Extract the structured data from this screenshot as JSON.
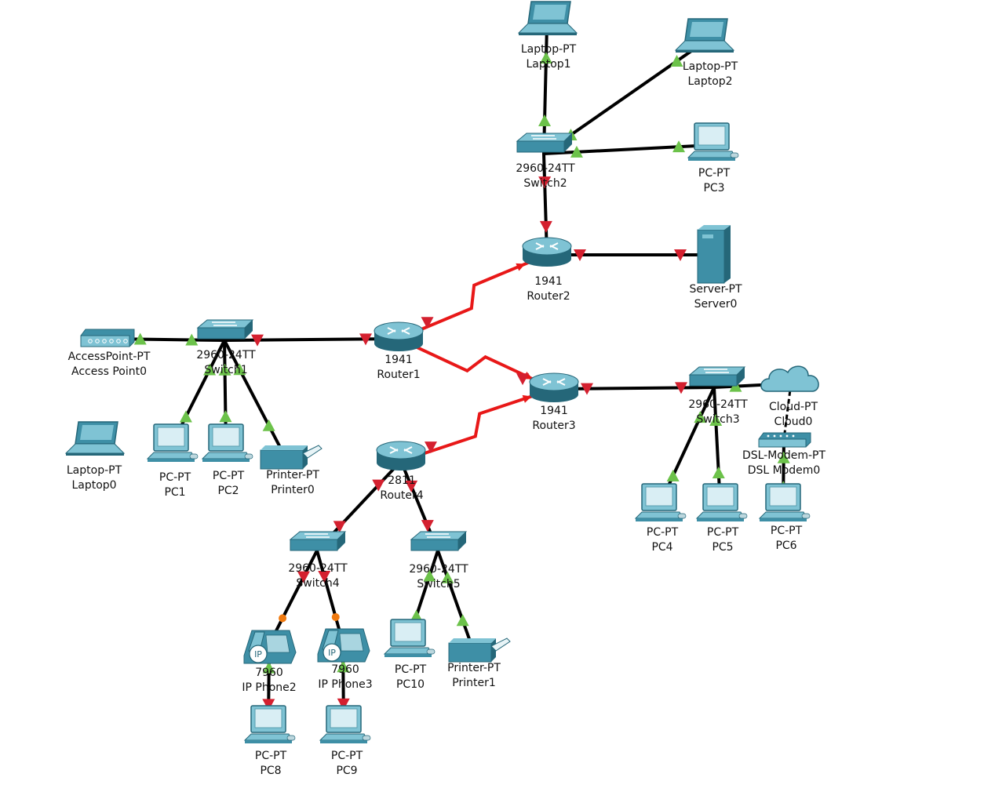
{
  "colors": {
    "cable": "#000000",
    "serial": "#e81818",
    "link_up": "#6cc24a",
    "link_down": "#d4202f",
    "link_pending": "#f07a10",
    "device_body": "#3e8fa6",
    "device_light": "#7fc3d4",
    "device_dark": "#256779"
  },
  "devices": [
    {
      "id": "laptop1",
      "icon": "laptop-icon",
      "model": "Laptop-PT",
      "name": "Laptop1"
    },
    {
      "id": "laptop2",
      "icon": "laptop-icon",
      "model": "Laptop-PT",
      "name": "Laptop2"
    },
    {
      "id": "switch2",
      "icon": "switch-icon",
      "model": "2960-24TT",
      "name": "Switch2"
    },
    {
      "id": "pc3",
      "icon": "pc-icon",
      "model": "PC-PT",
      "name": "PC3"
    },
    {
      "id": "router2",
      "icon": "router-icon",
      "model": "1941",
      "name": "Router2"
    },
    {
      "id": "server0",
      "icon": "server-icon",
      "model": "Server-PT",
      "name": "Server0"
    },
    {
      "id": "ap0",
      "icon": "access-point-icon",
      "model": "AccessPoint-PT",
      "name": "Access Point0"
    },
    {
      "id": "switch1",
      "icon": "switch-icon",
      "model": "2960-24TT",
      "name": "Switch1"
    },
    {
      "id": "router1",
      "icon": "router-icon",
      "model": "1941",
      "name": "Router1"
    },
    {
      "id": "router3",
      "icon": "router-icon",
      "model": "1941",
      "name": "Router3"
    },
    {
      "id": "switch3",
      "icon": "switch-icon",
      "model": "2960-24TT",
      "name": "Switch3"
    },
    {
      "id": "cloud0",
      "icon": "cloud-icon",
      "model": "Cloud-PT",
      "name": "Cloud0"
    },
    {
      "id": "modem0",
      "icon": "dsl-modem-icon",
      "model": "DSL-Modem-PT",
      "name": "DSL Modem0"
    },
    {
      "id": "laptop0",
      "icon": "laptop-icon",
      "model": "Laptop-PT",
      "name": "Laptop0"
    },
    {
      "id": "pc1",
      "icon": "pc-icon",
      "model": "PC-PT",
      "name": "PC1"
    },
    {
      "id": "pc2",
      "icon": "pc-icon",
      "model": "PC-PT",
      "name": "PC2"
    },
    {
      "id": "printer0",
      "icon": "printer-icon",
      "model": "Printer-PT",
      "name": "Printer0"
    },
    {
      "id": "router4",
      "icon": "router-icon",
      "model": "2811",
      "name": "Router4"
    },
    {
      "id": "pc4",
      "icon": "pc-icon",
      "model": "PC-PT",
      "name": "PC4"
    },
    {
      "id": "pc5",
      "icon": "pc-icon",
      "model": "PC-PT",
      "name": "PC5"
    },
    {
      "id": "pc6",
      "icon": "pc-icon",
      "model": "PC-PT",
      "name": "PC6"
    },
    {
      "id": "switch4",
      "icon": "switch-icon",
      "model": "2960-24TT",
      "name": "Switch4"
    },
    {
      "id": "switch5",
      "icon": "switch-icon",
      "model": "2960-24TT",
      "name": "Switch5"
    },
    {
      "id": "ipphone2",
      "icon": "ip-phone-icon",
      "model": "7960",
      "name": "IP Phone2",
      "badge": "IP"
    },
    {
      "id": "ipphone3",
      "icon": "ip-phone-icon",
      "model": "7960",
      "name": "IP Phone3",
      "badge": "IP"
    },
    {
      "id": "pc10",
      "icon": "pc-icon",
      "model": "PC-PT",
      "name": "PC10"
    },
    {
      "id": "printer1",
      "icon": "printer-icon",
      "model": "Printer-PT",
      "name": "Printer1"
    },
    {
      "id": "pc8",
      "icon": "pc-icon",
      "model": "PC-PT",
      "name": "PC8"
    },
    {
      "id": "pc9",
      "icon": "pc-icon",
      "model": "PC-PT",
      "name": "PC9"
    }
  ],
  "links": [
    {
      "from": "switch2",
      "to": "laptop1",
      "type": "copper",
      "from_state": "up",
      "to_state": "up"
    },
    {
      "from": "switch2",
      "to": "laptop2",
      "type": "copper",
      "from_state": "up",
      "to_state": "up"
    },
    {
      "from": "switch2",
      "to": "pc3",
      "type": "copper",
      "from_state": "up",
      "to_state": "up"
    },
    {
      "from": "switch2",
      "to": "router2",
      "type": "copper",
      "from_state": "down",
      "to_state": "down"
    },
    {
      "from": "router2",
      "to": "server0",
      "type": "copper",
      "from_state": "down",
      "to_state": "down"
    },
    {
      "from": "router1",
      "to": "router2",
      "type": "serial",
      "from_state": "down",
      "to_state": "none"
    },
    {
      "from": "ap0",
      "to": "switch1",
      "type": "copper",
      "from_state": "up",
      "to_state": "up"
    },
    {
      "from": "switch1",
      "to": "router1",
      "type": "copper",
      "from_state": "down",
      "to_state": "down"
    },
    {
      "from": "switch1",
      "to": "pc1",
      "type": "copper",
      "from_state": "up",
      "to_state": "up"
    },
    {
      "from": "switch1",
      "to": "pc2",
      "type": "copper",
      "from_state": "up",
      "to_state": "up"
    },
    {
      "from": "switch1",
      "to": "printer0",
      "type": "copper",
      "from_state": "up",
      "to_state": "up"
    },
    {
      "from": "router1",
      "to": "router3",
      "type": "serial",
      "from_state": "none",
      "to_state": "down"
    },
    {
      "from": "router3",
      "to": "switch3",
      "type": "copper",
      "from_state": "down",
      "to_state": "down"
    },
    {
      "from": "switch3",
      "to": "cloud0",
      "type": "copper",
      "from_state": "up",
      "to_state": "up"
    },
    {
      "from": "switch3",
      "to": "pc4",
      "type": "copper",
      "from_state": "up",
      "to_state": "up"
    },
    {
      "from": "switch3",
      "to": "pc5",
      "type": "copper",
      "from_state": "up",
      "to_state": "up"
    },
    {
      "from": "cloud0",
      "to": "modem0",
      "type": "phone",
      "from_state": "none",
      "to_state": "none"
    },
    {
      "from": "modem0",
      "to": "pc6",
      "type": "copper",
      "from_state": "up",
      "to_state": "up"
    },
    {
      "from": "router4",
      "to": "router3",
      "type": "serial",
      "from_state": "down",
      "to_state": "none"
    },
    {
      "from": "router4",
      "to": "switch4",
      "type": "copper",
      "from_state": "down",
      "to_state": "down"
    },
    {
      "from": "router4",
      "to": "switch5",
      "type": "copper",
      "from_state": "down",
      "to_state": "down"
    },
    {
      "from": "switch4",
      "to": "ipphone2",
      "type": "copper",
      "from_state": "down",
      "to_state": "pending"
    },
    {
      "from": "switch4",
      "to": "ipphone3",
      "type": "copper",
      "from_state": "down",
      "to_state": "pending"
    },
    {
      "from": "switch5",
      "to": "pc10",
      "type": "copper",
      "from_state": "up",
      "to_state": "up"
    },
    {
      "from": "switch5",
      "to": "printer1",
      "type": "copper",
      "from_state": "up",
      "to_state": "up"
    },
    {
      "from": "ipphone2",
      "to": "pc8",
      "type": "copper",
      "from_state": "up",
      "to_state": "down"
    },
    {
      "from": "ipphone3",
      "to": "pc9",
      "type": "copper",
      "from_state": "up",
      "to_state": "down"
    }
  ]
}
